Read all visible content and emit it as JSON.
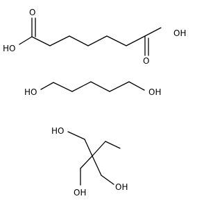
{
  "molecules": [
    {
      "id": "adipic-acid",
      "labels": {
        "ho_left": "HO",
        "oh_right": "OH",
        "o_left": "O",
        "o_right": "O"
      }
    },
    {
      "id": "butanediol",
      "labels": {
        "ho_left": "HO",
        "oh_right": "OH"
      }
    },
    {
      "id": "trimethylolpropane",
      "labels": {
        "ho_top": "HO",
        "ho_bottom_left": "OH",
        "oh_bottom_right": "OH"
      }
    }
  ],
  "colors": {
    "ink": "#000000",
    "background": "#ffffff"
  }
}
